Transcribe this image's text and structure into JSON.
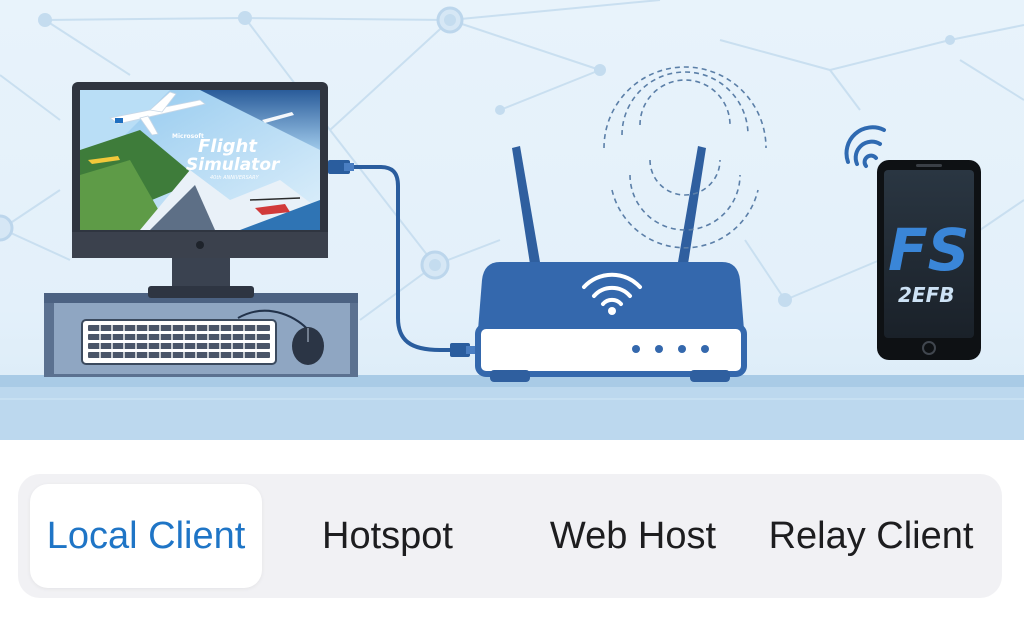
{
  "illustration": {
    "monitor_screen": {
      "brand": "Microsoft",
      "title_line1": "Flight",
      "title_line2": "Simulator",
      "tagline": "40th ANNIVERSARY"
    },
    "phone_screen": {
      "logo_main": "FS",
      "logo_sub": "2EFB"
    },
    "colors": {
      "accent": "#2f64a8",
      "background": "#e6f2fb",
      "desk": "#bcd8ee"
    }
  },
  "tabs": [
    {
      "label": "Local Client",
      "active": true
    },
    {
      "label": "Hotspot",
      "active": false
    },
    {
      "label": "Web Host",
      "active": false
    },
    {
      "label": "Relay Client",
      "active": false
    }
  ],
  "colors": {
    "active_tab_text": "#1f75c6",
    "tab_text": "#1d1d1f",
    "tabbar_bg": "#f1f1f4"
  }
}
